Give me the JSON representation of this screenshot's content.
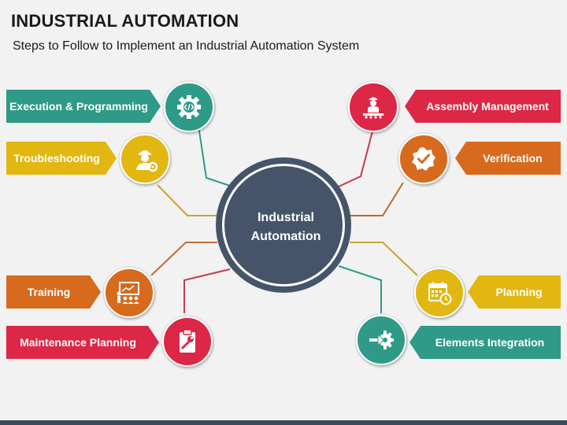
{
  "header": {
    "title": "INDUSTRIAL AUTOMATION",
    "subtitle": "Steps to Follow to Implement an Industrial Automation System"
  },
  "hub": {
    "label": "Industrial\nAutomation",
    "color": "#46546a"
  },
  "colors": {
    "teal": "#2f9a87",
    "yellow": "#e2b712",
    "orange": "#d76a1d",
    "red": "#dc2746",
    "hub": "#46546a",
    "connector_left_top": "#2f9a87",
    "connector_left_mid": "#c9a22f",
    "connector_left_low": "#c46a35",
    "connector_left_bottom": "#c23b4d",
    "connector_right_top": "#c23b4d",
    "connector_right_mid": "#b86a2e",
    "connector_right_low": "#c9a22f",
    "connector_right_bottom": "#2f9a87"
  },
  "steps": [
    {
      "label": "Execution & Programming",
      "icon": "code-gear-icon",
      "color": "#2f9a87",
      "side": "left"
    },
    {
      "label": "Troubleshooting",
      "icon": "engineer-gear-icon",
      "color": "#e2b712",
      "side": "left"
    },
    {
      "label": "Training",
      "icon": "presentation-board-icon",
      "color": "#d76a1d",
      "side": "left"
    },
    {
      "label": "Maintenance Planning",
      "icon": "wrench-clipboard-icon",
      "color": "#dc2746",
      "side": "left"
    },
    {
      "label": "Assembly Management",
      "icon": "worker-conveyor-icon",
      "color": "#dc2746",
      "side": "right"
    },
    {
      "label": "Verification",
      "icon": "checkmark-badge-icon",
      "color": "#d76a1d",
      "side": "right"
    },
    {
      "label": "Planning",
      "icon": "calendar-clock-icon",
      "color": "#e2b712",
      "side": "right"
    },
    {
      "label": "Elements Integration",
      "icon": "arrow-gear-icon",
      "color": "#2f9a87",
      "side": "right"
    }
  ]
}
